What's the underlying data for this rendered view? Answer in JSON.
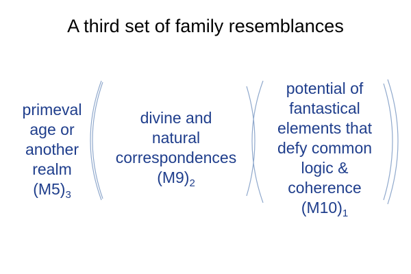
{
  "slide": {
    "title": "A third set of family resemblances",
    "terms": [
      {
        "lines": [
          "primeval",
          "age or",
          "another",
          "realm"
        ],
        "code": "(M5)",
        "subscript": "3"
      },
      {
        "lines": [
          "divine and",
          "natural",
          "correspondences"
        ],
        "code": "(M9)",
        "subscript": "2"
      },
      {
        "lines": [
          "potential of",
          "fantastical",
          "elements that",
          "defy common",
          "logic &",
          "coherence"
        ],
        "code": "(M10)",
        "subscript": "1"
      }
    ],
    "colors": {
      "text": "#1f3e8c",
      "brackets": "#8fa8cc",
      "title": "#000000"
    }
  }
}
